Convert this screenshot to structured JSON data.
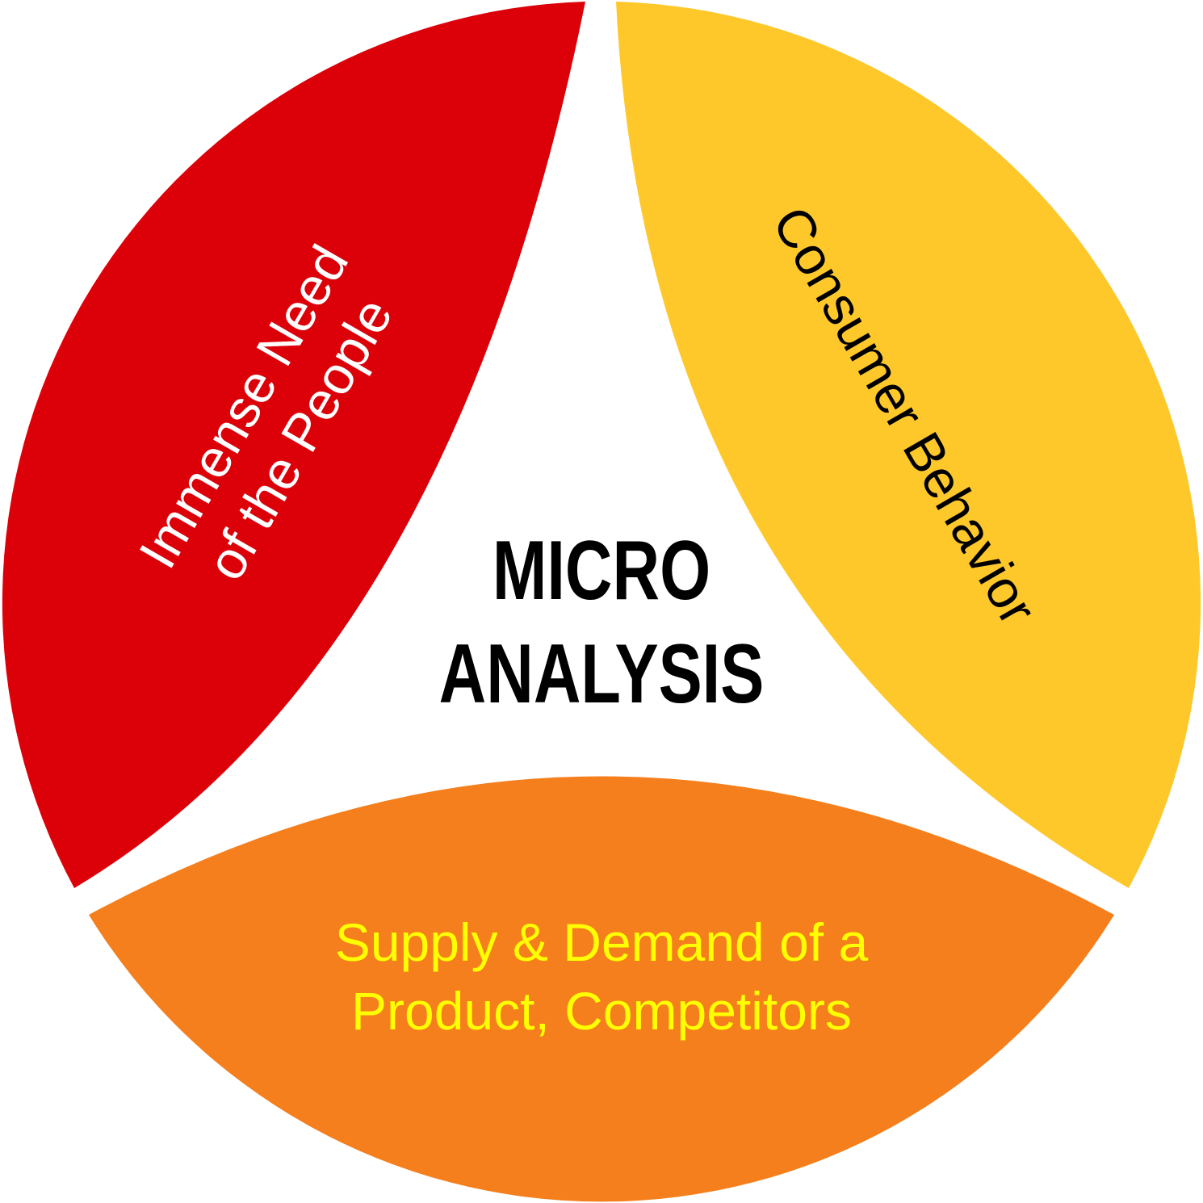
{
  "center": {
    "line1": "MICRO",
    "line2": "ANALYSIS"
  },
  "segments": [
    {
      "id": "people",
      "line1": "Immense Need",
      "line2": "of the People",
      "color": "#DC0009",
      "text_color": "#FFFFFF"
    },
    {
      "id": "consumer",
      "line1": "Consumer Behavior",
      "color": "#FEC82A",
      "text_color": "#000000"
    },
    {
      "id": "supply",
      "line1": "Supply & Demand of a",
      "line2": "Product, Competitors",
      "color": "#F47F1C",
      "text_color": "#FFFF00"
    }
  ]
}
